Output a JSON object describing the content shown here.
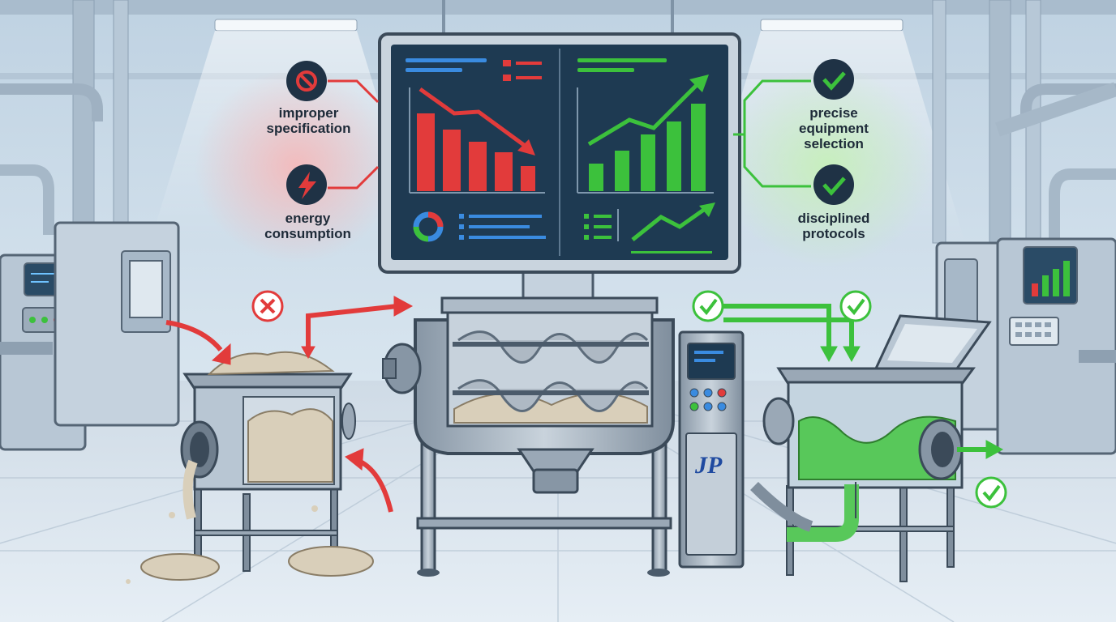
{
  "callouts": {
    "left_top": "improper\nspecification",
    "left_bottom": "energy\nconsumption",
    "right_top": "precise\nequipment\nselection",
    "right_bottom": "disciplined\nprotocols"
  },
  "icons": {
    "left_top": "no-entry-icon",
    "left_bottom": "lightning-icon",
    "right_top": "check-icon",
    "right_bottom": "check-icon",
    "reject": "x-circle-icon",
    "accept": "check-circle-icon"
  },
  "brand_logo": "JP",
  "colors": {
    "negative": "#e23b3b",
    "positive": "#3cc13c",
    "screen": "#1e3a52",
    "metal": "#9aa8b6"
  }
}
